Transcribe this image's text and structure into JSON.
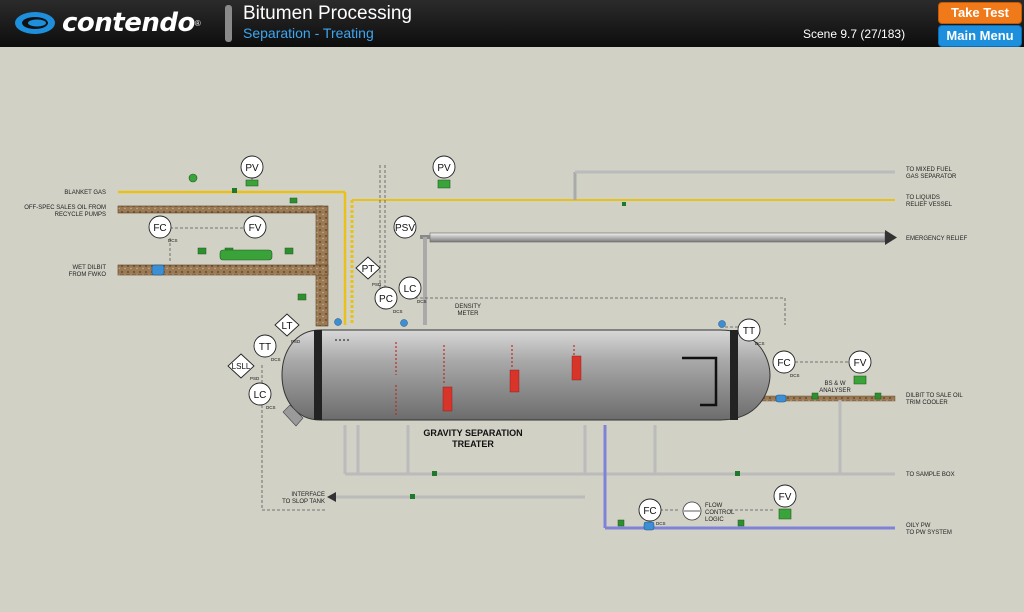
{
  "header": {
    "logo_text": "contendo",
    "logo_mark": "®",
    "title": "Bitumen Processing",
    "subtitle": "Separation - Treating",
    "scene": "Scene 9.7 (27/183)",
    "take_test_label": "Take Test",
    "main_menu_label": "Main Menu"
  },
  "diagram": {
    "vessel_label_1": "GRAVITY SEPARATION",
    "vessel_label_2": "TREATER",
    "streams": {
      "blanket_gas": "BLANKET GAS",
      "offspec_1": "OFF-SPEC SALES OIL FROM",
      "offspec_2": "RECYCLE PUMPS",
      "wet_dilbit_1": "WET DILBIT",
      "wet_dilbit_2": "FROM FWKO",
      "mixed_fuel_1": "TO MIXED FUEL",
      "mixed_fuel_2": "GAS SEPARATOR",
      "liquids_relief_1": "TO LIQUIDS",
      "liquids_relief_2": "RELIEF VESSEL",
      "emergency_relief": "EMERGENCY RELIEF",
      "dilbit_sale_1": "DILBIT TO SALE OIL",
      "dilbit_sale_2": "TRIM COOLER",
      "sample_box": "TO SAMPLE BOX",
      "interface_1": "INTERFACE",
      "interface_2": "TO SLOP TANK",
      "oily_pw_1": "OILY PW",
      "oily_pw_2": "TO PW SYSTEM"
    },
    "density_meter_1": "DENSITY",
    "density_meter_2": "METER",
    "bsw_1": "BS & W",
    "bsw_2": "ANALYSER",
    "flow_logic_1": "FLOW",
    "flow_logic_2": "CONTROL",
    "flow_logic_3": "LOGIC",
    "instruments": {
      "pv_top_left": "PV",
      "pv_top_right": "PV",
      "fc_left": "FC",
      "fv_left": "FV",
      "psv": "PSV",
      "pt": "PT",
      "pc": "PC",
      "lc_top": "LC",
      "lt": "LT",
      "tt_left": "TT",
      "lsll": "LSLL",
      "lc_left": "LC",
      "tt_right": "TT",
      "fc_right": "FC",
      "fv_right": "FV",
      "fc_bottom": "FC",
      "fv_bottom": "FV"
    },
    "tags": {
      "dcs": "DCS",
      "psd": "PSD"
    }
  }
}
